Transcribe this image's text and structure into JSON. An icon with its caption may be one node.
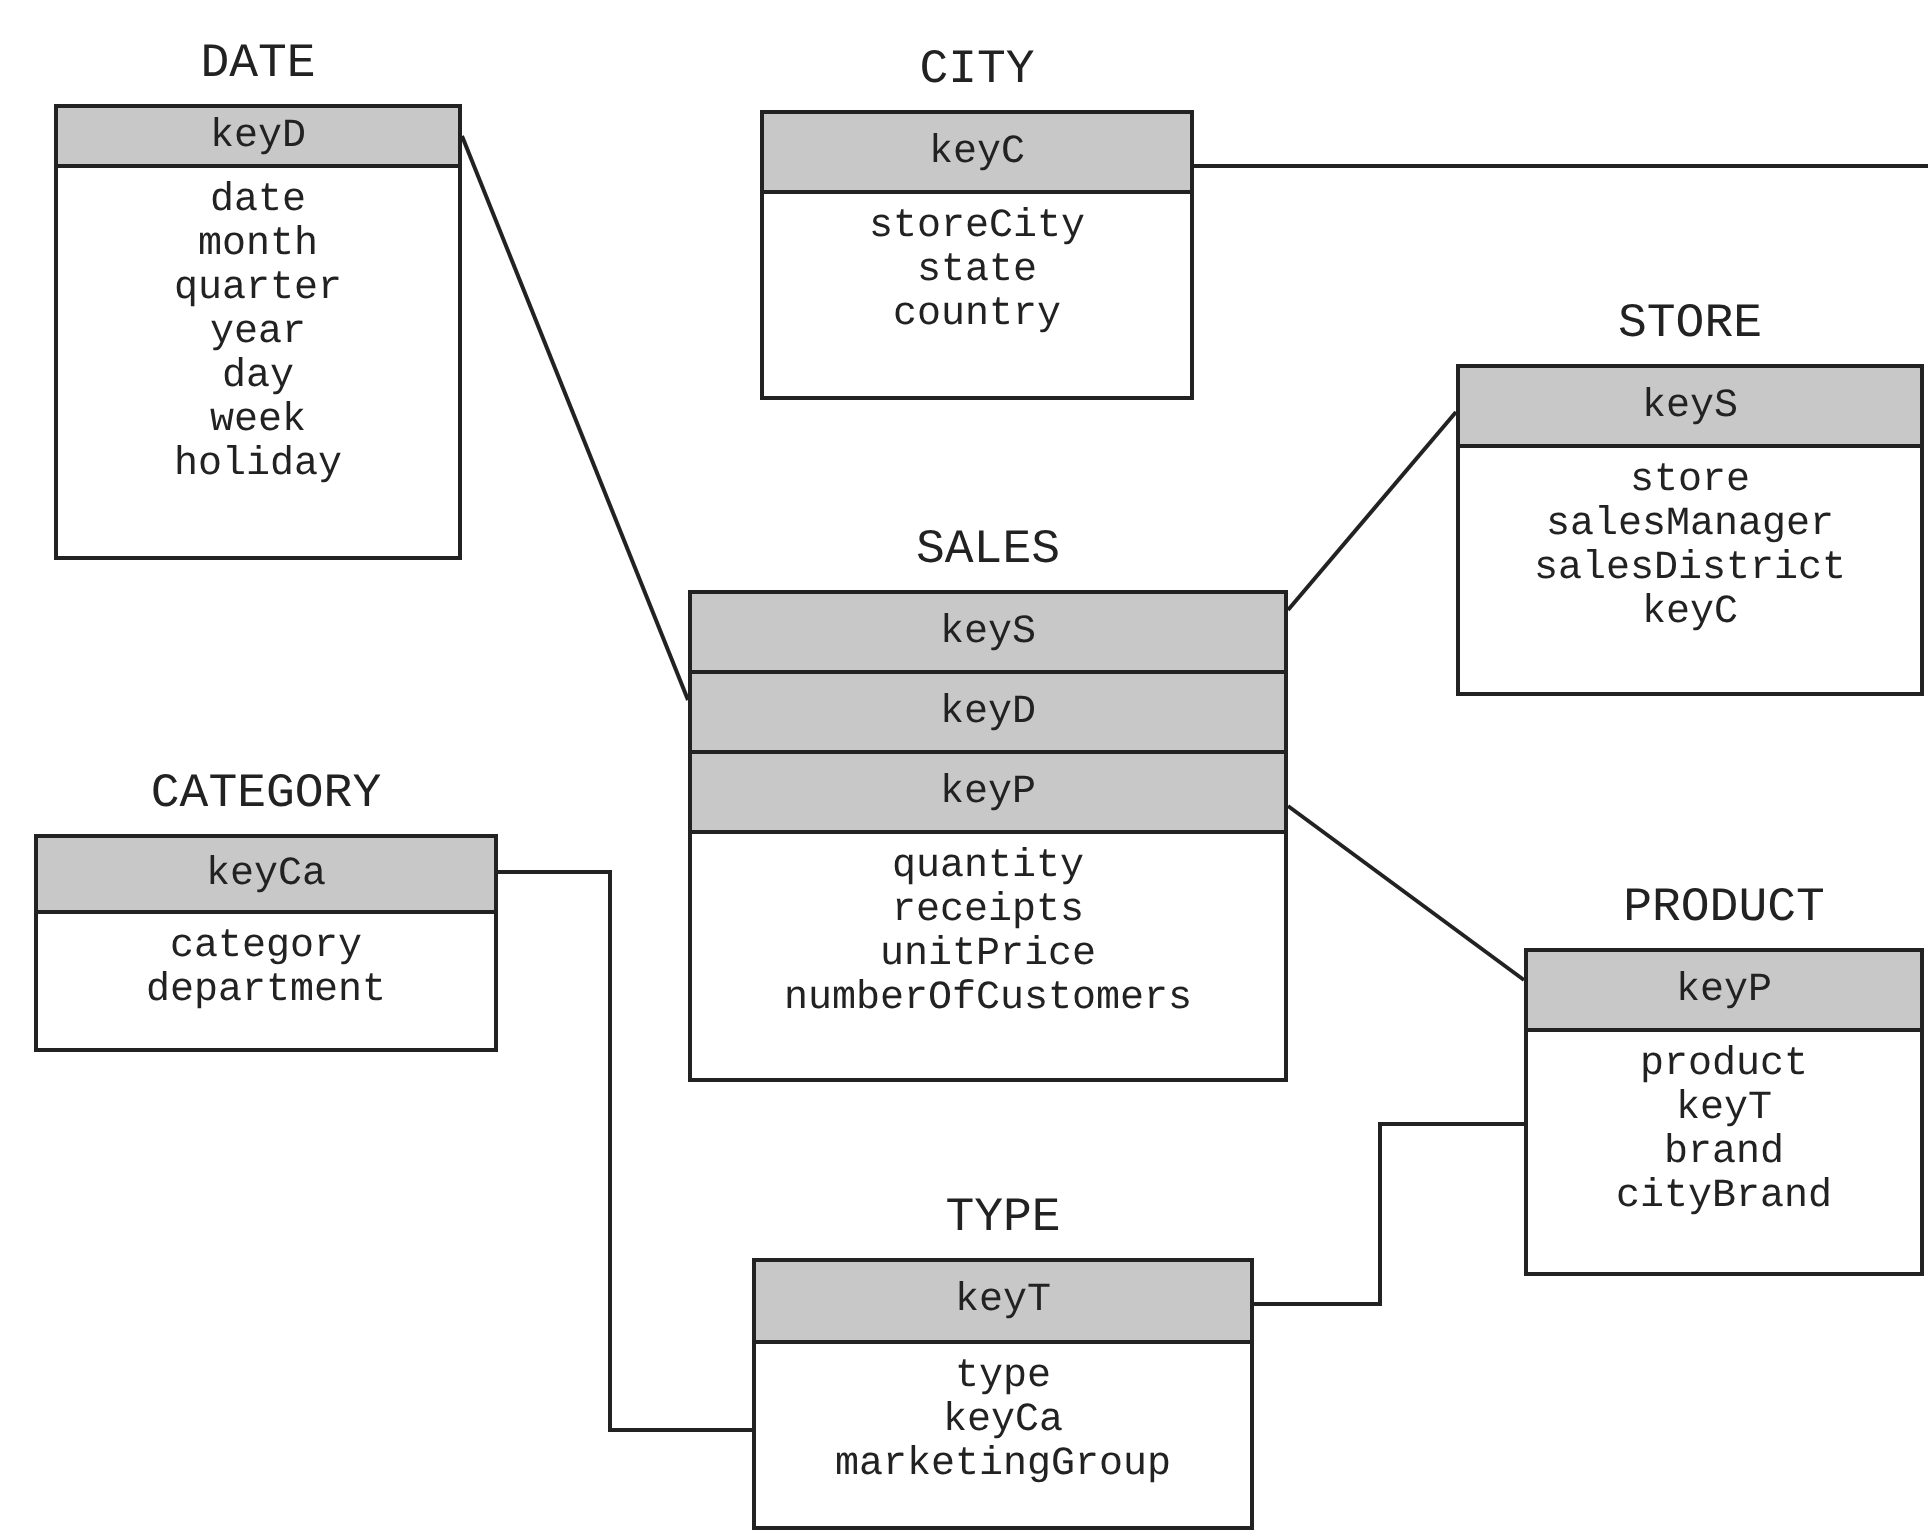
{
  "diagram": {
    "nodes": [
      {
        "text": [
          "DATE",
          "keyD",
          "date month quarter year day week holiday"
        ]
      },
      {
        "text": [
          "CITY",
          "keyC",
          "storeCity state country"
        ]
      },
      {
        "text": [
          "STORE",
          "keyS",
          "store salesManager salesDistrict keyC"
        ]
      },
      {
        "text": [
          "SALES",
          "keyS",
          "keyD",
          "keyP",
          "quantity receipts unitPrice numberOfCustomers"
        ]
      },
      {
        "text": [
          "CATEGORY",
          "keyCa",
          "category department"
        ]
      },
      {
        "text": [
          "PRODUCT",
          "keyP",
          "product keyT brand cityBrand"
        ]
      },
      {
        "text": [
          "TYPE",
          "keyT",
          "type keyCa marketingGroup"
        ]
      }
    ],
    "edges": [
      {
        "from": 0,
        "to": 3,
        "arrow": "none"
      },
      {
        "from": 1,
        "to": null,
        "arrow": "none"
      },
      {
        "from": 3,
        "to": 2,
        "arrow": "none"
      },
      {
        "from": 3,
        "to": 5,
        "arrow": "none"
      },
      {
        "from": 4,
        "to": 6,
        "arrow": "none"
      },
      {
        "from": 6,
        "to": 5,
        "arrow": "none"
      }
    ]
  }
}
